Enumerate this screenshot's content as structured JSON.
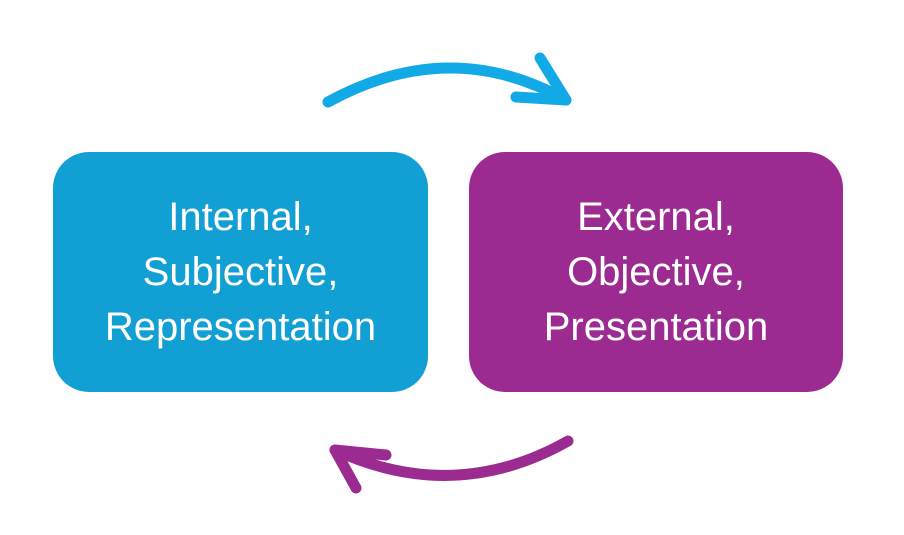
{
  "colors": {
    "left_box": "#129fd3",
    "right_box": "#9b2b91",
    "top_arrow": "#12aae6",
    "bottom_arrow": "#9b2b91"
  },
  "left_box": {
    "lines": [
      "Internal,",
      "Subjective,",
      "Representation"
    ]
  },
  "right_box": {
    "lines": [
      "External,",
      "Objective,",
      "Presentation"
    ]
  },
  "arrows": {
    "top": "curved-arrow-right-icon",
    "bottom": "curved-arrow-left-icon"
  }
}
